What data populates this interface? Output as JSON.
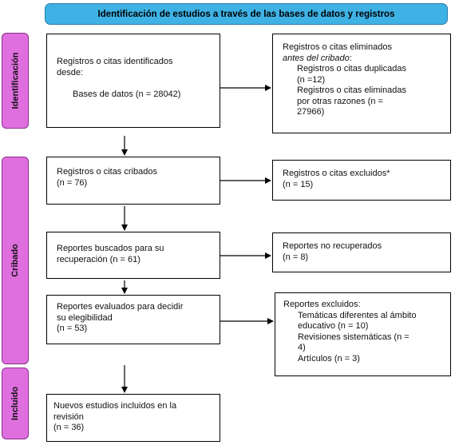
{
  "header": {
    "title": "Identificación de estudios a través de las bases de datos y registros"
  },
  "phases": {
    "identificacion": "Identificación",
    "cribado": "Cribado",
    "incluido": "Incluido"
  },
  "boxes": {
    "identified": {
      "line1": "Registros o citas identificados",
      "line2": "desde:",
      "line3": "Bases de datos (n = 28042)"
    },
    "removed": {
      "line1": "Registros o citas eliminados",
      "line2": "antes del cribado",
      "line2_suffix": ":",
      "dup_1": "Registros o citas duplicadas",
      "dup_2": "(n =12)",
      "other_1": "Registros o citas eliminadas",
      "other_2": "por otras razones (n =",
      "other_3": "27966)"
    },
    "screened": {
      "line1": "Registros o citas cribados",
      "line2": "(n = 76)"
    },
    "excluded": {
      "line1": "Registros o citas excluidos*",
      "line2": "(n = 15)"
    },
    "sought": {
      "line1": "Reportes buscados para su",
      "line2": "recuperación (n = 61)"
    },
    "not_retrieved": {
      "line1": "Reportes no recuperados",
      "line2": "(n = 8)"
    },
    "assessed": {
      "line1": "Reportes evaluados para decidir",
      "line2": "su elegibilidad",
      "line3": "(n = 53)"
    },
    "reports_excluded": {
      "line1": "Reportes excluidos:",
      "a1": "Temáticas diferentes al ámbito",
      "a2": "educativo (n = 10)",
      "b1": "Revisiones sistemáticas (n =",
      "b2": "4)",
      "c1": "Artículos (n = 3)"
    },
    "included": {
      "line1": "Nuevos estudios incluidos en la",
      "line2": "revisión",
      "line3": "(n = 36)"
    }
  },
  "colors": {
    "header_fill": "#3fb2e5",
    "phase_fill": "#df6fdf"
  }
}
